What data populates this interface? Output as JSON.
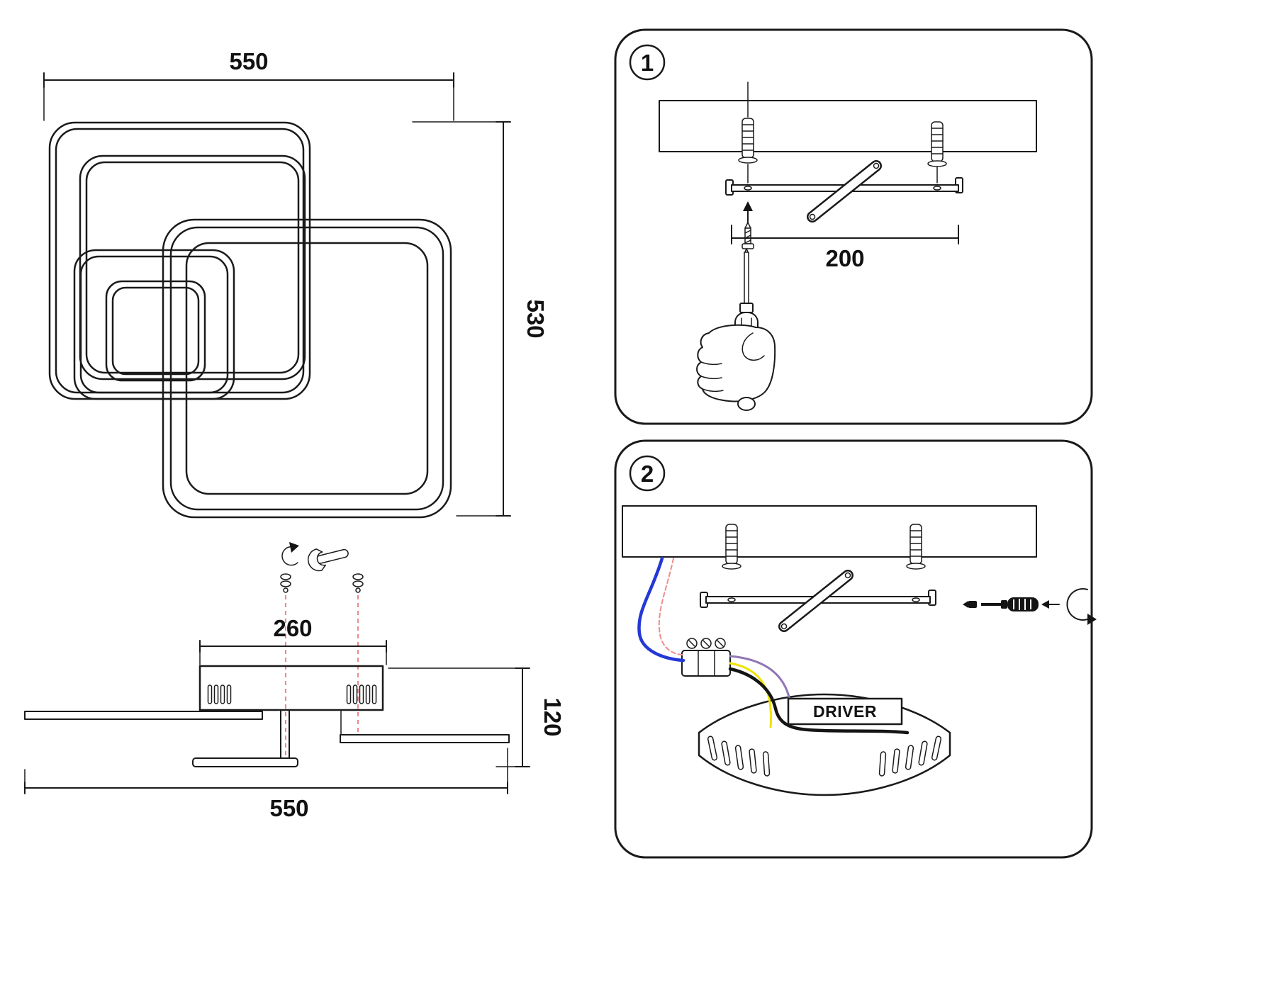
{
  "top_view": {
    "width": "550",
    "height": "530"
  },
  "side_view": {
    "bracket_width": "260",
    "height": "120",
    "total_width": "550"
  },
  "steps": [
    {
      "number": "1",
      "dimension": "200"
    },
    {
      "number": "2",
      "driver": "DRIVER"
    }
  ],
  "colors": {
    "line": "#1a1a1a",
    "wire_blue": "#2438d6",
    "wire_red": "#f08c8c",
    "wire_yellow": "#f0e300",
    "wire_purple": "#9077b5",
    "wire_black": "#141414"
  }
}
